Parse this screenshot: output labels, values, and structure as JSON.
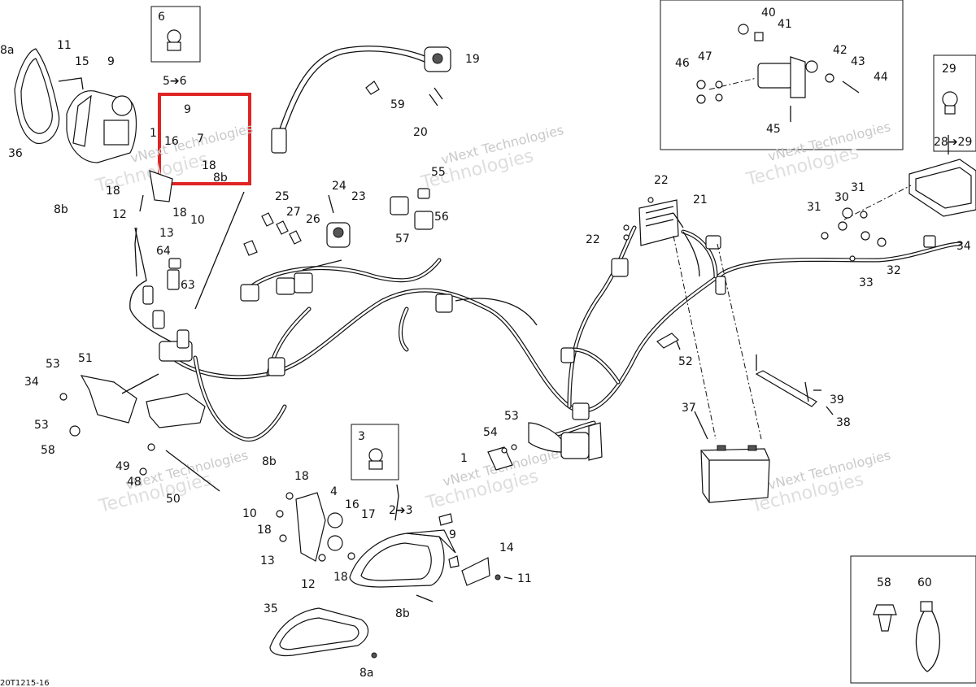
{
  "diagram": {
    "doc_code": "20T1215-16",
    "watermark": [
      "vNext Technologies",
      "Technologies"
    ],
    "highlight_color": "#e02424",
    "labels": {
      "l8a_top": "8a",
      "l11_top": "11",
      "l15": "15",
      "l9_top": "9",
      "l5to6": "5➔6",
      "l6": "6",
      "l9_box": "9",
      "l16_left": "16",
      "l7": "7",
      "l18_hl": "18",
      "l8b_hl": "8b",
      "l1_left": "1",
      "l36": "36",
      "l18_left": "18",
      "l8b_left": "8b",
      "l12_left": "12",
      "l18_low": "18",
      "l10_left": "10",
      "l13_left": "13",
      "l59": "59",
      "l19": "19",
      "l20": "20",
      "l24": "24",
      "l25": "25",
      "l27": "27",
      "l23": "23",
      "l26": "26",
      "l55": "55",
      "l56": "56",
      "l57": "57",
      "l64": "64",
      "l63": "63",
      "l53_a": "53",
      "l51": "51",
      "l34_left": "34",
      "l53_b": "53",
      "l58_left": "58",
      "l49": "49",
      "l48": "48",
      "l50": "50",
      "l40": "40",
      "l41": "41",
      "l46": "46",
      "l47": "47",
      "l42": "42",
      "l43": "43",
      "l44": "44",
      "l45": "45",
      "l29": "29",
      "l28to29": "28➔29",
      "l22_top": "22",
      "l21": "21",
      "l22_left": "22",
      "l30": "30",
      "l31_top": "31",
      "l31_left": "31",
      "l32": "32",
      "l33": "33",
      "l34_right": "34",
      "l52": "52",
      "l37": "37",
      "l39": "39",
      "l38": "38",
      "l3": "3",
      "l2to3": "2➔3",
      "l53_mid": "53",
      "l54": "54",
      "l1_mid": "1",
      "l8b_mid": "8b",
      "l18_mid": "18",
      "l4": "4",
      "l10_mid": "10",
      "l16_mid": "16",
      "l17": "17",
      "l18_mid2": "18",
      "l13_mid": "13",
      "l18_mid3": "18",
      "l12_mid": "12",
      "l9_mid": "9",
      "l14": "14",
      "l11_mid": "11",
      "l8b_bot": "8b",
      "l35": "35",
      "l8a_bot": "8a",
      "l58_right": "58",
      "l60": "60"
    }
  }
}
